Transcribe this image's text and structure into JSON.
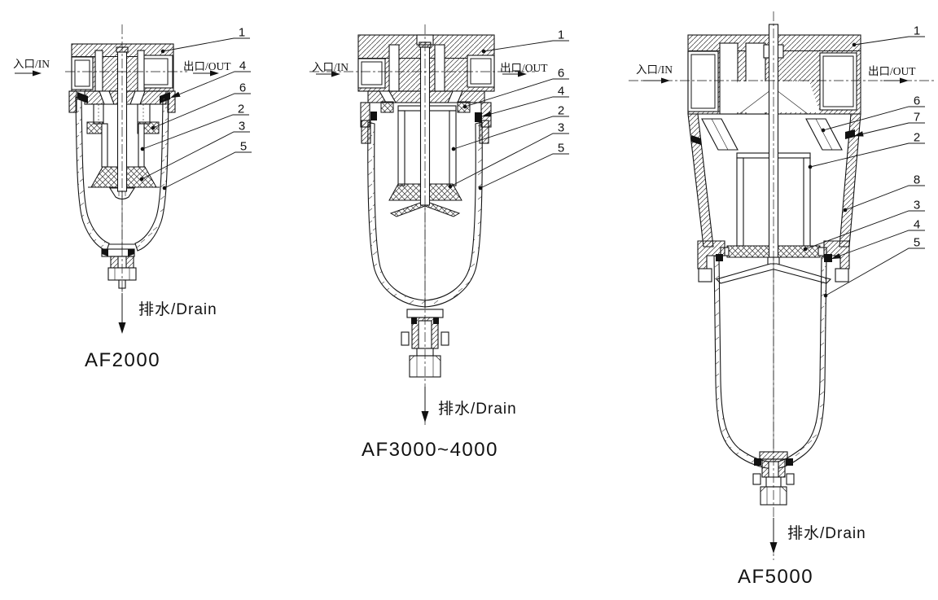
{
  "labels": {
    "inlet": "入口/IN",
    "outlet": "出口/OUT",
    "drain": "排水/Drain"
  },
  "figures": [
    {
      "model": "AF2000",
      "callouts": [
        "1",
        "4",
        "6",
        "2",
        "3",
        "5"
      ]
    },
    {
      "model": "AF3000~4000",
      "callouts": [
        "1",
        "6",
        "4",
        "2",
        "3",
        "5"
      ]
    },
    {
      "model": "AF5000",
      "callouts": [
        "1",
        "6",
        "7",
        "2",
        "8",
        "3",
        "4",
        "5"
      ]
    }
  ],
  "colors": {
    "line": "#141414",
    "background": "#ffffff"
  }
}
